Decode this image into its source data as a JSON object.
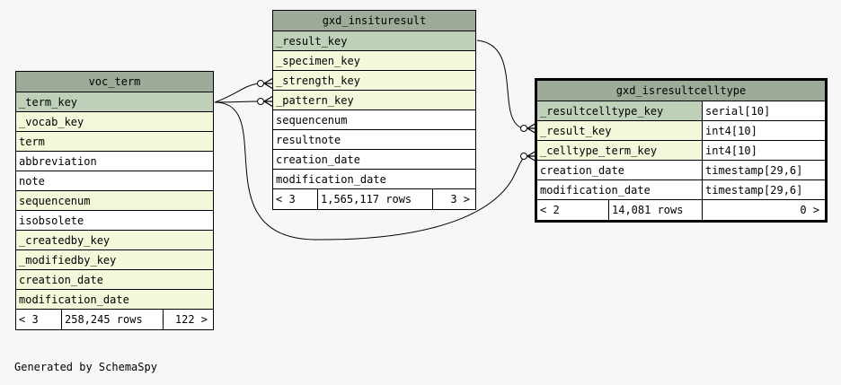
{
  "tables": {
    "voc_term": {
      "title": "voc_term",
      "columns": [
        {
          "name": "_term_key",
          "kind": "pk"
        },
        {
          "name": "_vocab_key",
          "kind": "fk"
        },
        {
          "name": "term",
          "kind": "fk"
        },
        {
          "name": "abbreviation",
          "kind": "plain"
        },
        {
          "name": "note",
          "kind": "plain"
        },
        {
          "name": "sequencenum",
          "kind": "fk"
        },
        {
          "name": "isobsolete",
          "kind": "plain"
        },
        {
          "name": "_createdby_key",
          "kind": "fk"
        },
        {
          "name": "_modifiedby_key",
          "kind": "fk"
        },
        {
          "name": "creation_date",
          "kind": "fk"
        },
        {
          "name": "modification_date",
          "kind": "fk"
        }
      ],
      "footer": {
        "parents": "< 3",
        "rows": "258,245 rows",
        "children": "122 >"
      }
    },
    "gxd_insituresult": {
      "title": "gxd_insituresult",
      "columns": [
        {
          "name": "_result_key",
          "kind": "pk"
        },
        {
          "name": "_specimen_key",
          "kind": "fk"
        },
        {
          "name": "_strength_key",
          "kind": "fk"
        },
        {
          "name": "_pattern_key",
          "kind": "fk"
        },
        {
          "name": "sequencenum",
          "kind": "plain"
        },
        {
          "name": "resultnote",
          "kind": "plain"
        },
        {
          "name": "creation_date",
          "kind": "plain"
        },
        {
          "name": "modification_date",
          "kind": "plain"
        }
      ],
      "footer": {
        "parents": "< 3",
        "rows": "1,565,117 rows",
        "children": "3 >"
      }
    },
    "gxd_isresultcelltype": {
      "title": "gxd_isresultcelltype",
      "columns": [
        {
          "name": "_resultcelltype_key",
          "type": "serial[10]",
          "kind": "pk"
        },
        {
          "name": "_result_key",
          "type": "int4[10]",
          "kind": "fk"
        },
        {
          "name": "_celltype_term_key",
          "type": "int4[10]",
          "kind": "fk"
        },
        {
          "name": "creation_date",
          "type": "timestamp[29,6]",
          "kind": "plain"
        },
        {
          "name": "modification_date",
          "type": "timestamp[29,6]",
          "kind": "plain"
        }
      ],
      "footer": {
        "parents": "< 2",
        "rows": "14,081 rows",
        "children": "0 >"
      }
    }
  },
  "credit": "Generated by SchemaSpy",
  "colors": {
    "header": "#9eab98",
    "primary_key": "#bed1b8",
    "foreign_key": "#f4f7da",
    "background": "#f7f7f7"
  }
}
